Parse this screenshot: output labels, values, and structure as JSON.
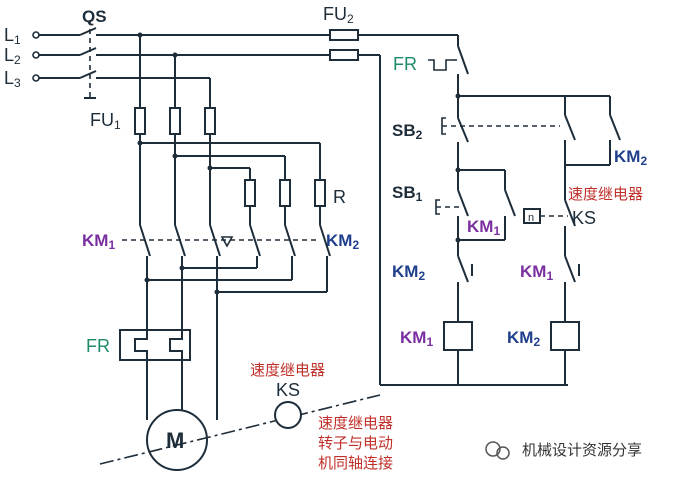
{
  "labels": {
    "l1": "L",
    "l1_sub": "1",
    "l2": "L",
    "l2_sub": "2",
    "l3": "L",
    "l3_sub": "3",
    "qs": "QS",
    "fu1": "FU",
    "fu1_sub": "1",
    "fu2": "FU",
    "fu2_sub": "2",
    "r": "R",
    "km1_main": "KM",
    "km1_main_sub": "1",
    "km2_main": "KM",
    "km2_main_sub": "2",
    "fr_main": "FR",
    "motor": "M",
    "ks_motor": "KS",
    "fr_ctrl": "FR",
    "sb2": "SB",
    "sb2_sub": "2",
    "sb1": "SB",
    "sb1_sub": "1",
    "km1_hold": "KM",
    "km1_hold_sub": "1",
    "km2_hold": "KM",
    "km2_hold_sub": "2",
    "km2_int": "KM",
    "km2_int_sub": "2",
    "km1_int": "KM",
    "km1_int_sub": "1",
    "km1_coil": "KM",
    "km1_coil_sub": "1",
    "km2_coil": "KM",
    "km2_coil_sub": "2",
    "ks_ctrl": "KS",
    "n_symbol": "n"
  },
  "annotations": {
    "speed_relay_ctrl": "速度继电器",
    "speed_relay_motor": "速度继电器",
    "shaft_line1": "速度继电器",
    "shaft_line2": "转子与电动",
    "shaft_line3": "机同轴连接"
  },
  "watermark": {
    "text": "机械设计资源分享"
  },
  "colors": {
    "wire": "#1e2d3a",
    "km1": "#7a2fa0",
    "km2": "#1f3f8c",
    "fr": "#1f8a6b",
    "annotation": "#c0302a"
  }
}
